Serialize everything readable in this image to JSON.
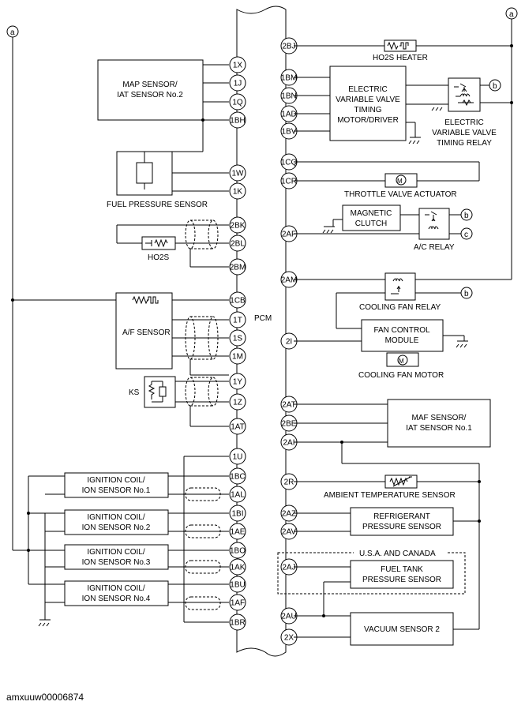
{
  "pcm": {
    "label": "PCM"
  },
  "pins_left": [
    "1X",
    "1J",
    "1Q",
    "1BH",
    "1W",
    "1K",
    "2BK",
    "2BL",
    "2BM",
    "1CB",
    "1T",
    "1S",
    "1M",
    "1Y",
    "1Z",
    "1AT",
    "1U",
    "1BC",
    "1AL",
    "1BI",
    "1AE",
    "1BO",
    "1AK",
    "1BU",
    "1AF",
    "1BR"
  ],
  "pins_right": [
    "2BJ",
    "1BM",
    "1BN",
    "1AD",
    "1BV",
    "1CQ",
    "1CR",
    "2AF",
    "2AM",
    "2I",
    "2AT",
    "2BE",
    "2AI",
    "2R",
    "2AZ",
    "2AV",
    "2AJ",
    "2AU",
    "2X"
  ],
  "components": {
    "map_sensor": [
      "MAP SENSOR/",
      "IAT SENSOR No.2"
    ],
    "fuel_pressure_sensor": "FUEL PRESSURE SENSOR",
    "ho2s": "HO2S",
    "af_sensor": "A/F SENSOR",
    "ks": "KS",
    "ign_coil_1": [
      "IGNITION COIL/",
      "ION SENSOR No.1"
    ],
    "ign_coil_2": [
      "IGNITION COIL/",
      "ION SENSOR No.2"
    ],
    "ign_coil_3": [
      "IGNITION COIL/",
      "ION SENSOR No.3"
    ],
    "ign_coil_4": [
      "IGNITION COIL/",
      "ION SENSOR No.4"
    ],
    "ho2s_heater": "HO2S HEATER",
    "evvt_motor": [
      "ELECTRIC",
      "VARIABLE VALVE",
      "TIMING",
      "MOTOR/DRIVER"
    ],
    "evvt_relay": [
      "ELECTRIC",
      "VARIABLE VALVE",
      "TIMING RELAY"
    ],
    "throttle_actuator": "THROTTLE VALVE ACTUATOR",
    "magnetic_clutch": [
      "MAGNETIC",
      "CLUTCH"
    ],
    "ac_relay": "A/C RELAY",
    "cooling_fan_relay": "COOLING FAN RELAY",
    "fan_control_module": [
      "FAN CONTROL",
      "MODULE"
    ],
    "cooling_fan_motor": "COOLING FAN MOTOR",
    "maf_sensor": [
      "MAF SENSOR/",
      "IAT SENSOR No.1"
    ],
    "ambient_temp_sensor": "AMBIENT TEMPERATURE SENSOR",
    "refrigerant_sensor": [
      "REFRIGERANT",
      "PRESSURE SENSOR"
    ],
    "usa_canada": "U.S.A. AND CANADA",
    "fuel_tank_sensor": [
      "FUEL TANK",
      "PRESSURE SENSOR"
    ],
    "vacuum_sensor": "VACUUM SENSOR 2"
  },
  "refs": {
    "a": "a",
    "b": "b",
    "c": "c"
  },
  "footer": "amxuuw00006874"
}
